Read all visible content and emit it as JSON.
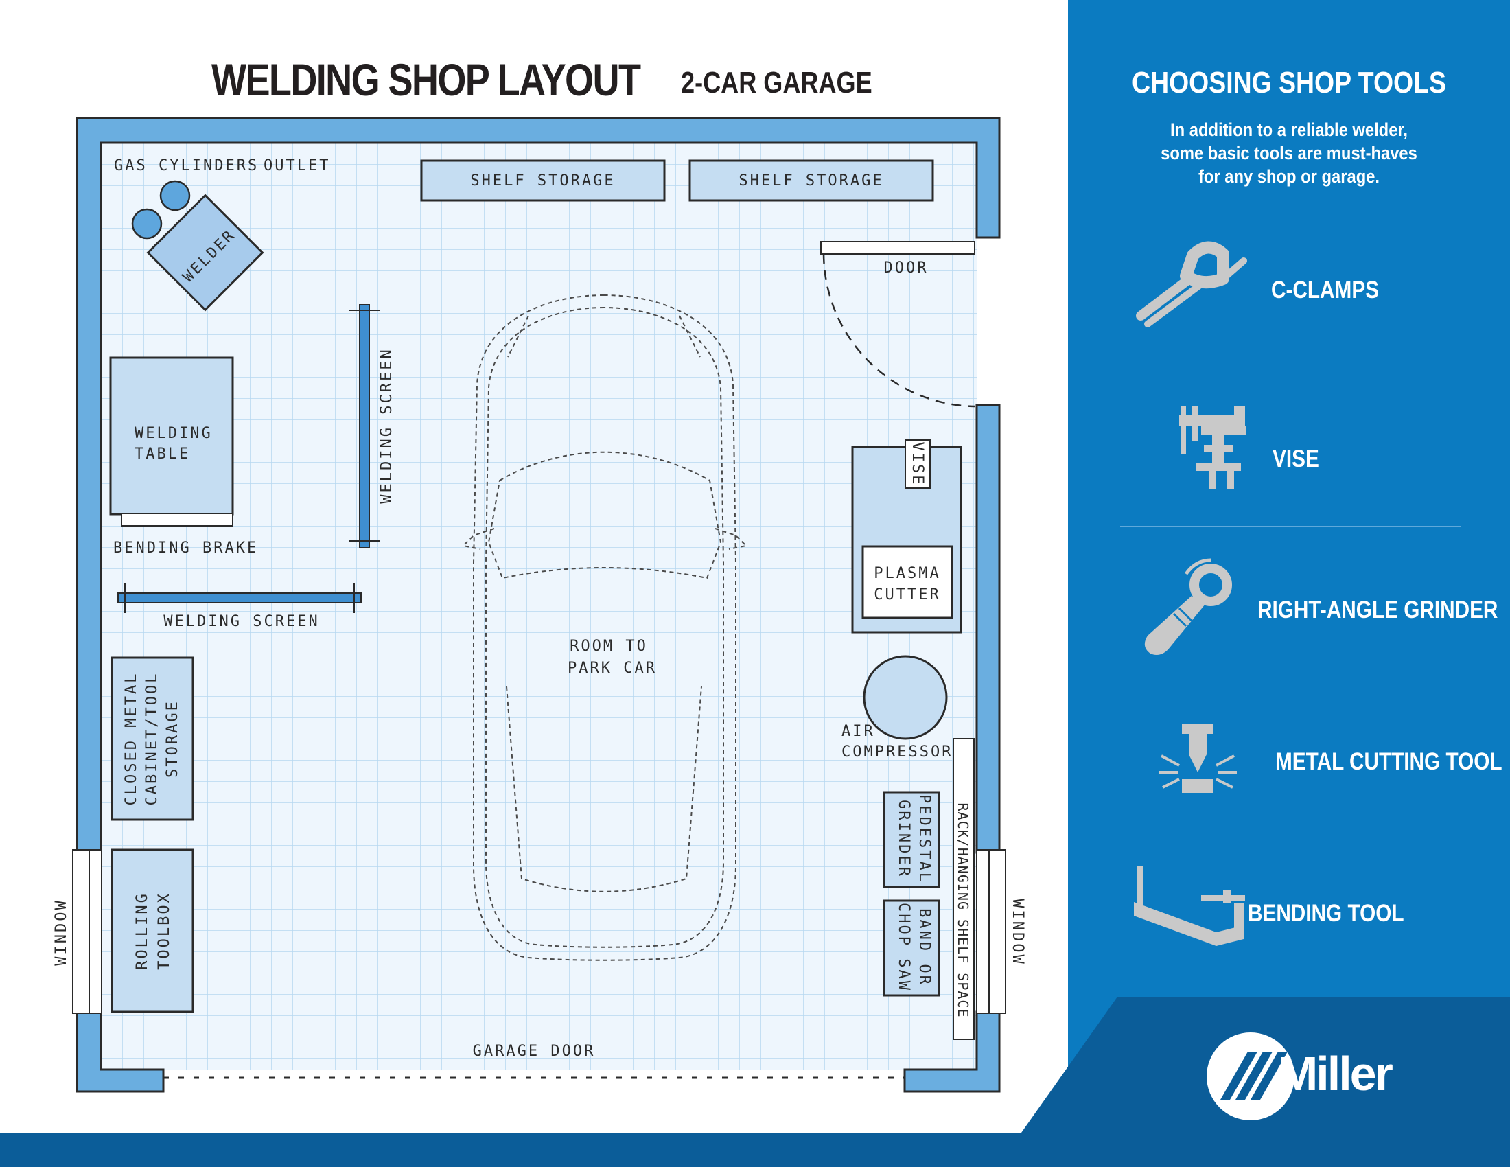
{
  "header": {
    "title": "WELDING SHOP LAYOUT",
    "subtitle": "2-CAR GARAGE"
  },
  "plan": {
    "labels": {
      "gas_cylinders": "GAS CYLINDERS",
      "outlet": "OUTLET",
      "shelf_storage_1": "SHELF STORAGE",
      "shelf_storage_2": "SHELF STORAGE",
      "welder": "WELDER",
      "door": "DOOR",
      "welding_table_1": "WELDING",
      "welding_table_2": "TABLE",
      "welding_screen_v": "WELDING SCREEN",
      "bending_brake": "BENDING BRAKE",
      "welding_screen_h": "WELDING SCREEN",
      "vise": "VISE",
      "plasma_cutter_1": "PLASMA",
      "plasma_cutter_2": "CUTTER",
      "room_to_park_1": "ROOM TO",
      "room_to_park_2": "PARK CAR",
      "air_compressor_1": "AIR",
      "air_compressor_2": "COMPRESSOR",
      "cabinet_1": "CLOSED METAL",
      "cabinet_2": "CABINET/TOOL",
      "cabinet_3": "STORAGE",
      "pedestal_grinder_1": "PEDESTAL",
      "pedestal_grinder_2": "GRINDER",
      "band_saw_1": "BAND OR",
      "band_saw_2": "CHOP SAW",
      "rack_shelf": "RACK/HANGING SHELF SPACE",
      "rolling_toolbox_1": "ROLLING",
      "rolling_toolbox_2": "TOOLBOX",
      "window_left": "WINDOW",
      "window_right": "WINDOW",
      "garage_door": "GARAGE DOOR"
    }
  },
  "sidebar": {
    "title": "CHOOSING SHOP TOOLS",
    "intro_lines": [
      "In addition to a reliable welder,",
      "some basic tools are must-haves",
      "for any shop or garage."
    ],
    "tools": [
      {
        "name": "C-CLAMPS",
        "icon": "c-clamp-icon"
      },
      {
        "name": "VISE",
        "icon": "vise-icon"
      },
      {
        "name": "RIGHT-ANGLE GRINDER",
        "icon": "grinder-icon"
      },
      {
        "name": "METAL CUTTING TOOL",
        "icon": "metal-cutting-icon"
      },
      {
        "name": "BENDING TOOL",
        "icon": "bending-tool-icon"
      }
    ]
  },
  "brand": {
    "name": "Miller"
  },
  "colors": {
    "wall": "#6aaee0",
    "wall_edge": "#2a2a2a",
    "grid_bg": "#eef6fd",
    "grid_line": "#b6d7f0",
    "item_fill": "#c5ddf2",
    "sidebar_bg": "#0b7bc1",
    "footer": "#0b5d99",
    "icon_gray": "#c9c9c9"
  }
}
